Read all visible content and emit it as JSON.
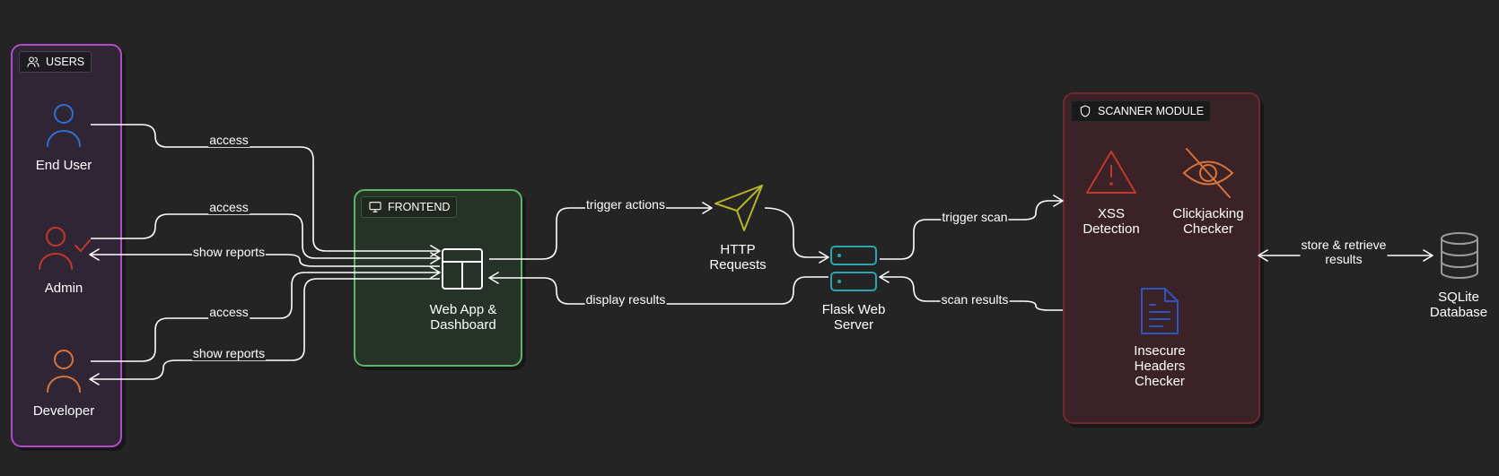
{
  "groups": {
    "users": "USERS",
    "frontend": "FRONTEND",
    "scanner": "SCANNER MODULE"
  },
  "nodes": {
    "end_user": "End User",
    "admin": "Admin",
    "developer": "Developer",
    "webapp_line1": "Web App &",
    "webapp_line2": "Dashboard",
    "http_line1": "HTTP",
    "http_line2": "Requests",
    "flask_line1": "Flask Web",
    "flask_line2": "Server",
    "xss_line1": "XSS",
    "xss_line2": "Detection",
    "click_line1": "Clickjacking",
    "click_line2": "Checker",
    "headers_line1": "Insecure",
    "headers_line2": "Headers",
    "headers_line3": "Checker",
    "sqlite_line1": "SQLite",
    "sqlite_line2": "Database"
  },
  "edges": {
    "access_end_user": "access",
    "access_admin": "access",
    "show_reports_admin": "show reports",
    "access_developer": "access",
    "show_reports_developer": "show reports",
    "trigger_actions": "trigger actions",
    "display_results": "display results",
    "trigger_scan": "trigger scan",
    "scan_results": "scan results",
    "store_retrieve_line1": "store & retrieve",
    "store_retrieve_line2": "results"
  },
  "colors": {
    "background": "#242424",
    "users_border": "#b04ccc",
    "frontend_border": "#5cb36a",
    "scanner_border": "#6e2a30",
    "end_user_icon": "#2f6fd0",
    "admin_icon": "#c0392b",
    "developer_icon": "#d9733a",
    "http_icon": "#b5b52a",
    "flask_icon": "#2aa6b0",
    "xss_icon": "#c0392b",
    "clickjacking_icon": "#d9733a",
    "headers_icon": "#2f55c0",
    "sqlite_icon": "#9a9a9a"
  },
  "icons": {
    "users_tag": "users-icon",
    "frontend_tag": "monitor-icon",
    "scanner_tag": "shield-icon",
    "end_user": "user-icon",
    "admin": "user-check-icon",
    "developer": "user-icon",
    "webapp": "layout-icon",
    "http": "send-icon",
    "flask": "server-icon",
    "xss": "alert-triangle-icon",
    "clickjacking": "eye-off-icon",
    "headers": "file-text-icon",
    "sqlite": "database-icon"
  }
}
